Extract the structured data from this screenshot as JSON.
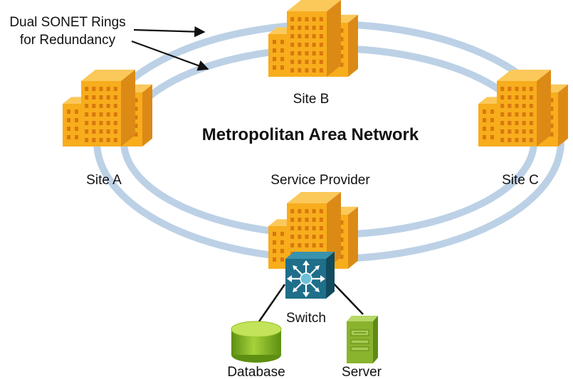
{
  "title": "Metropolitan Area Network",
  "callout": {
    "line1": "Dual SONET Rings",
    "line2": "for Redundancy"
  },
  "sites": {
    "a": "Site A",
    "b": "Site B",
    "c": "Site C",
    "provider": "Service Provider"
  },
  "devices": {
    "switch": "Switch",
    "database": "Database",
    "server": "Server"
  },
  "colors": {
    "ring": "#bcd1e6",
    "building_front": "#f7ad1c",
    "building_side": "#dc8a16",
    "building_top": "#fbc85a",
    "window": "#d9780e",
    "switch": "#1f6e8a",
    "database": "#7fb21e",
    "server": "#8ab32e"
  },
  "icons": {
    "buildings": "office-building-icon",
    "switch": "network-switch-icon",
    "database": "database-cylinder-icon",
    "server": "server-tower-icon"
  }
}
